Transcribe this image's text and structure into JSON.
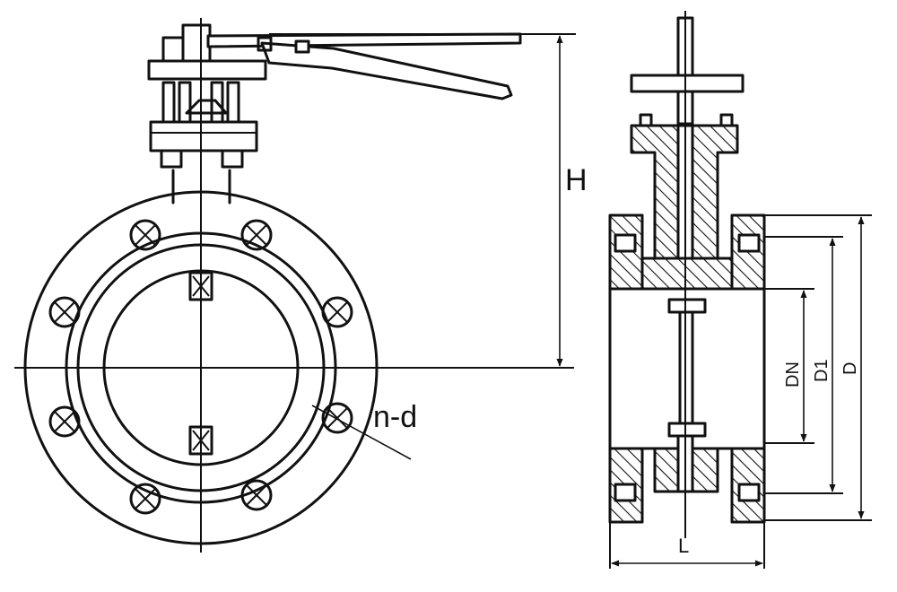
{
  "labels": {
    "h": "H",
    "nd": "n-d",
    "dn": "DN",
    "d1": "D1",
    "d": "D",
    "l": "L"
  },
  "colors": {
    "ink": "#111111",
    "paper": "#ffffff"
  }
}
